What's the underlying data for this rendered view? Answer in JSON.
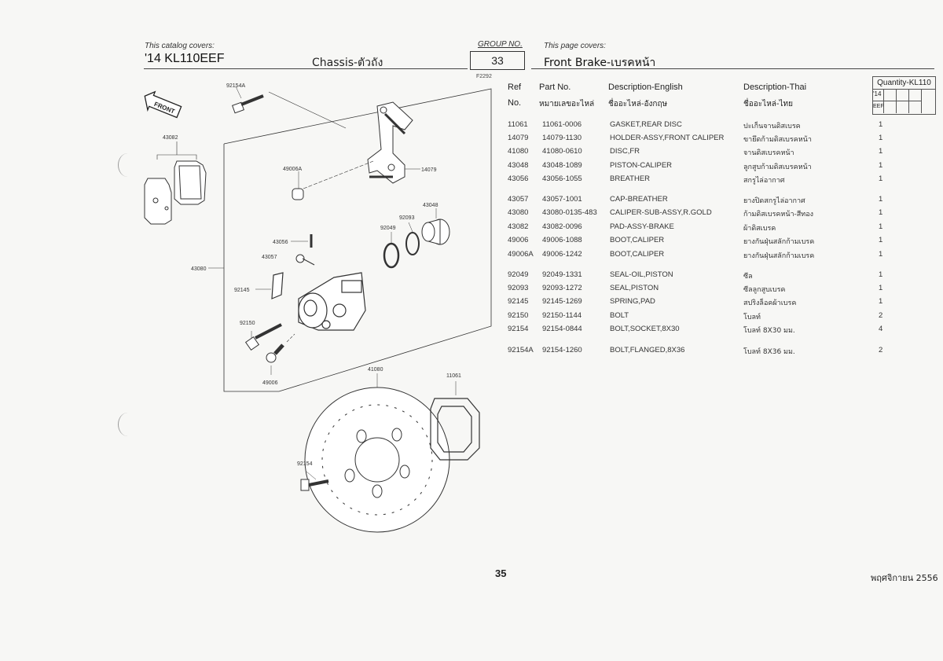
{
  "header": {
    "catalog_covers_label": "This catalog covers:",
    "model": "'14 KL110EEF",
    "section": "Chassis-ตัวถัง",
    "group_label": "GROUP NO.",
    "group_no": "33",
    "page_covers_label": "This page covers:",
    "page_title": "Front Brake-เบรคหน้า"
  },
  "diagram": {
    "figure_id": "F2292",
    "front_label": "FRONT",
    "callouts": [
      "92154A",
      "43082",
      "49006A",
      "14079",
      "43048",
      "92093",
      "92049",
      "43056",
      "43057",
      "43080",
      "92145",
      "92150",
      "49006",
      "41080",
      "11061",
      "92154"
    ]
  },
  "table": {
    "headers": {
      "ref_line1": "Ref",
      "ref_line2": "No.",
      "part_line1": "Part No.",
      "part_line2": "หมายเลขอะไหล่",
      "desc_en_line1": "Description-English",
      "desc_en_line2": "ชื่ออะไหล่-อังกฤษ",
      "desc_th_line1": "Description-Thai",
      "desc_th_line2": "ชื่ออะไหล่-ไทย"
    },
    "quantity": {
      "title": "Quantity-KL110",
      "year": "'14",
      "variant": "EEF"
    },
    "rows": [
      {
        "ref": "11061",
        "part": "11061-0006",
        "en": "GASKET,REAR DISC",
        "th": "ปะเก็นจานดิสเบรค",
        "qty": "1"
      },
      {
        "ref": "14079",
        "part": "14079-1130",
        "en": "HOLDER-ASSY,FRONT CALIPER",
        "th": "ขายึดก้ามดิสเบรคหน้า",
        "qty": "1"
      },
      {
        "ref": "41080",
        "part": "41080-0610",
        "en": "DISC,FR",
        "th": "จานดิสเบรคหน้า",
        "qty": "1"
      },
      {
        "ref": "43048",
        "part": "43048-1089",
        "en": "PISTON-CALIPER",
        "th": "ลูกสูบก้ามดิสเบรคหน้า",
        "qty": "1"
      },
      {
        "ref": "43056",
        "part": "43056-1055",
        "en": "BREATHER",
        "th": "สกรูไล่อากาศ",
        "qty": "1"
      },
      {
        "ref": "43057",
        "part": "43057-1001",
        "en": "CAP-BREATHER",
        "th": "ยางปิดสกรูไล่อากาศ",
        "qty": "1"
      },
      {
        "ref": "43080",
        "part": "43080-0135-483",
        "en": "CALIPER-SUB-ASSY,R.GOLD",
        "th": "ก้ามดิสเบรคหน้า-สีทอง",
        "qty": "1"
      },
      {
        "ref": "43082",
        "part": "43082-0096",
        "en": "PAD-ASSY-BRAKE",
        "th": "ผ้าดิสเบรค",
        "qty": "1"
      },
      {
        "ref": "49006",
        "part": "49006-1088",
        "en": "BOOT,CALIPER",
        "th": "ยางกันฝุ่นสลักก้ามเบรค",
        "qty": "1"
      },
      {
        "ref": "49006A",
        "part": "49006-1242",
        "en": "BOOT,CALIPER",
        "th": "ยางกันฝุ่นสลักก้ามเบรค",
        "qty": "1"
      },
      {
        "ref": "92049",
        "part": "92049-1331",
        "en": "SEAL-OIL,PISTON",
        "th": "ซีล",
        "qty": "1"
      },
      {
        "ref": "92093",
        "part": "92093-1272",
        "en": "SEAL,PISTON",
        "th": "ซีลลูกสูบเบรค",
        "qty": "1"
      },
      {
        "ref": "92145",
        "part": "92145-1269",
        "en": "SPRING,PAD",
        "th": "สปริงล็อคผ้าเบรค",
        "qty": "1"
      },
      {
        "ref": "92150",
        "part": "92150-1144",
        "en": "BOLT",
        "th": "โบลท์",
        "qty": "2"
      },
      {
        "ref": "92154",
        "part": "92154-0844",
        "en": "BOLT,SOCKET,8X30",
        "th": "โบลท์ 8X30 มม.",
        "qty": "4"
      },
      {
        "ref": "92154A",
        "part": "92154-1260",
        "en": "BOLT,FLANGED,8X36",
        "th": "โบลท์ 8X36 มม.",
        "qty": "2"
      }
    ]
  },
  "footer": {
    "page_number": "35",
    "date": "พฤศจิกายน 2556"
  }
}
